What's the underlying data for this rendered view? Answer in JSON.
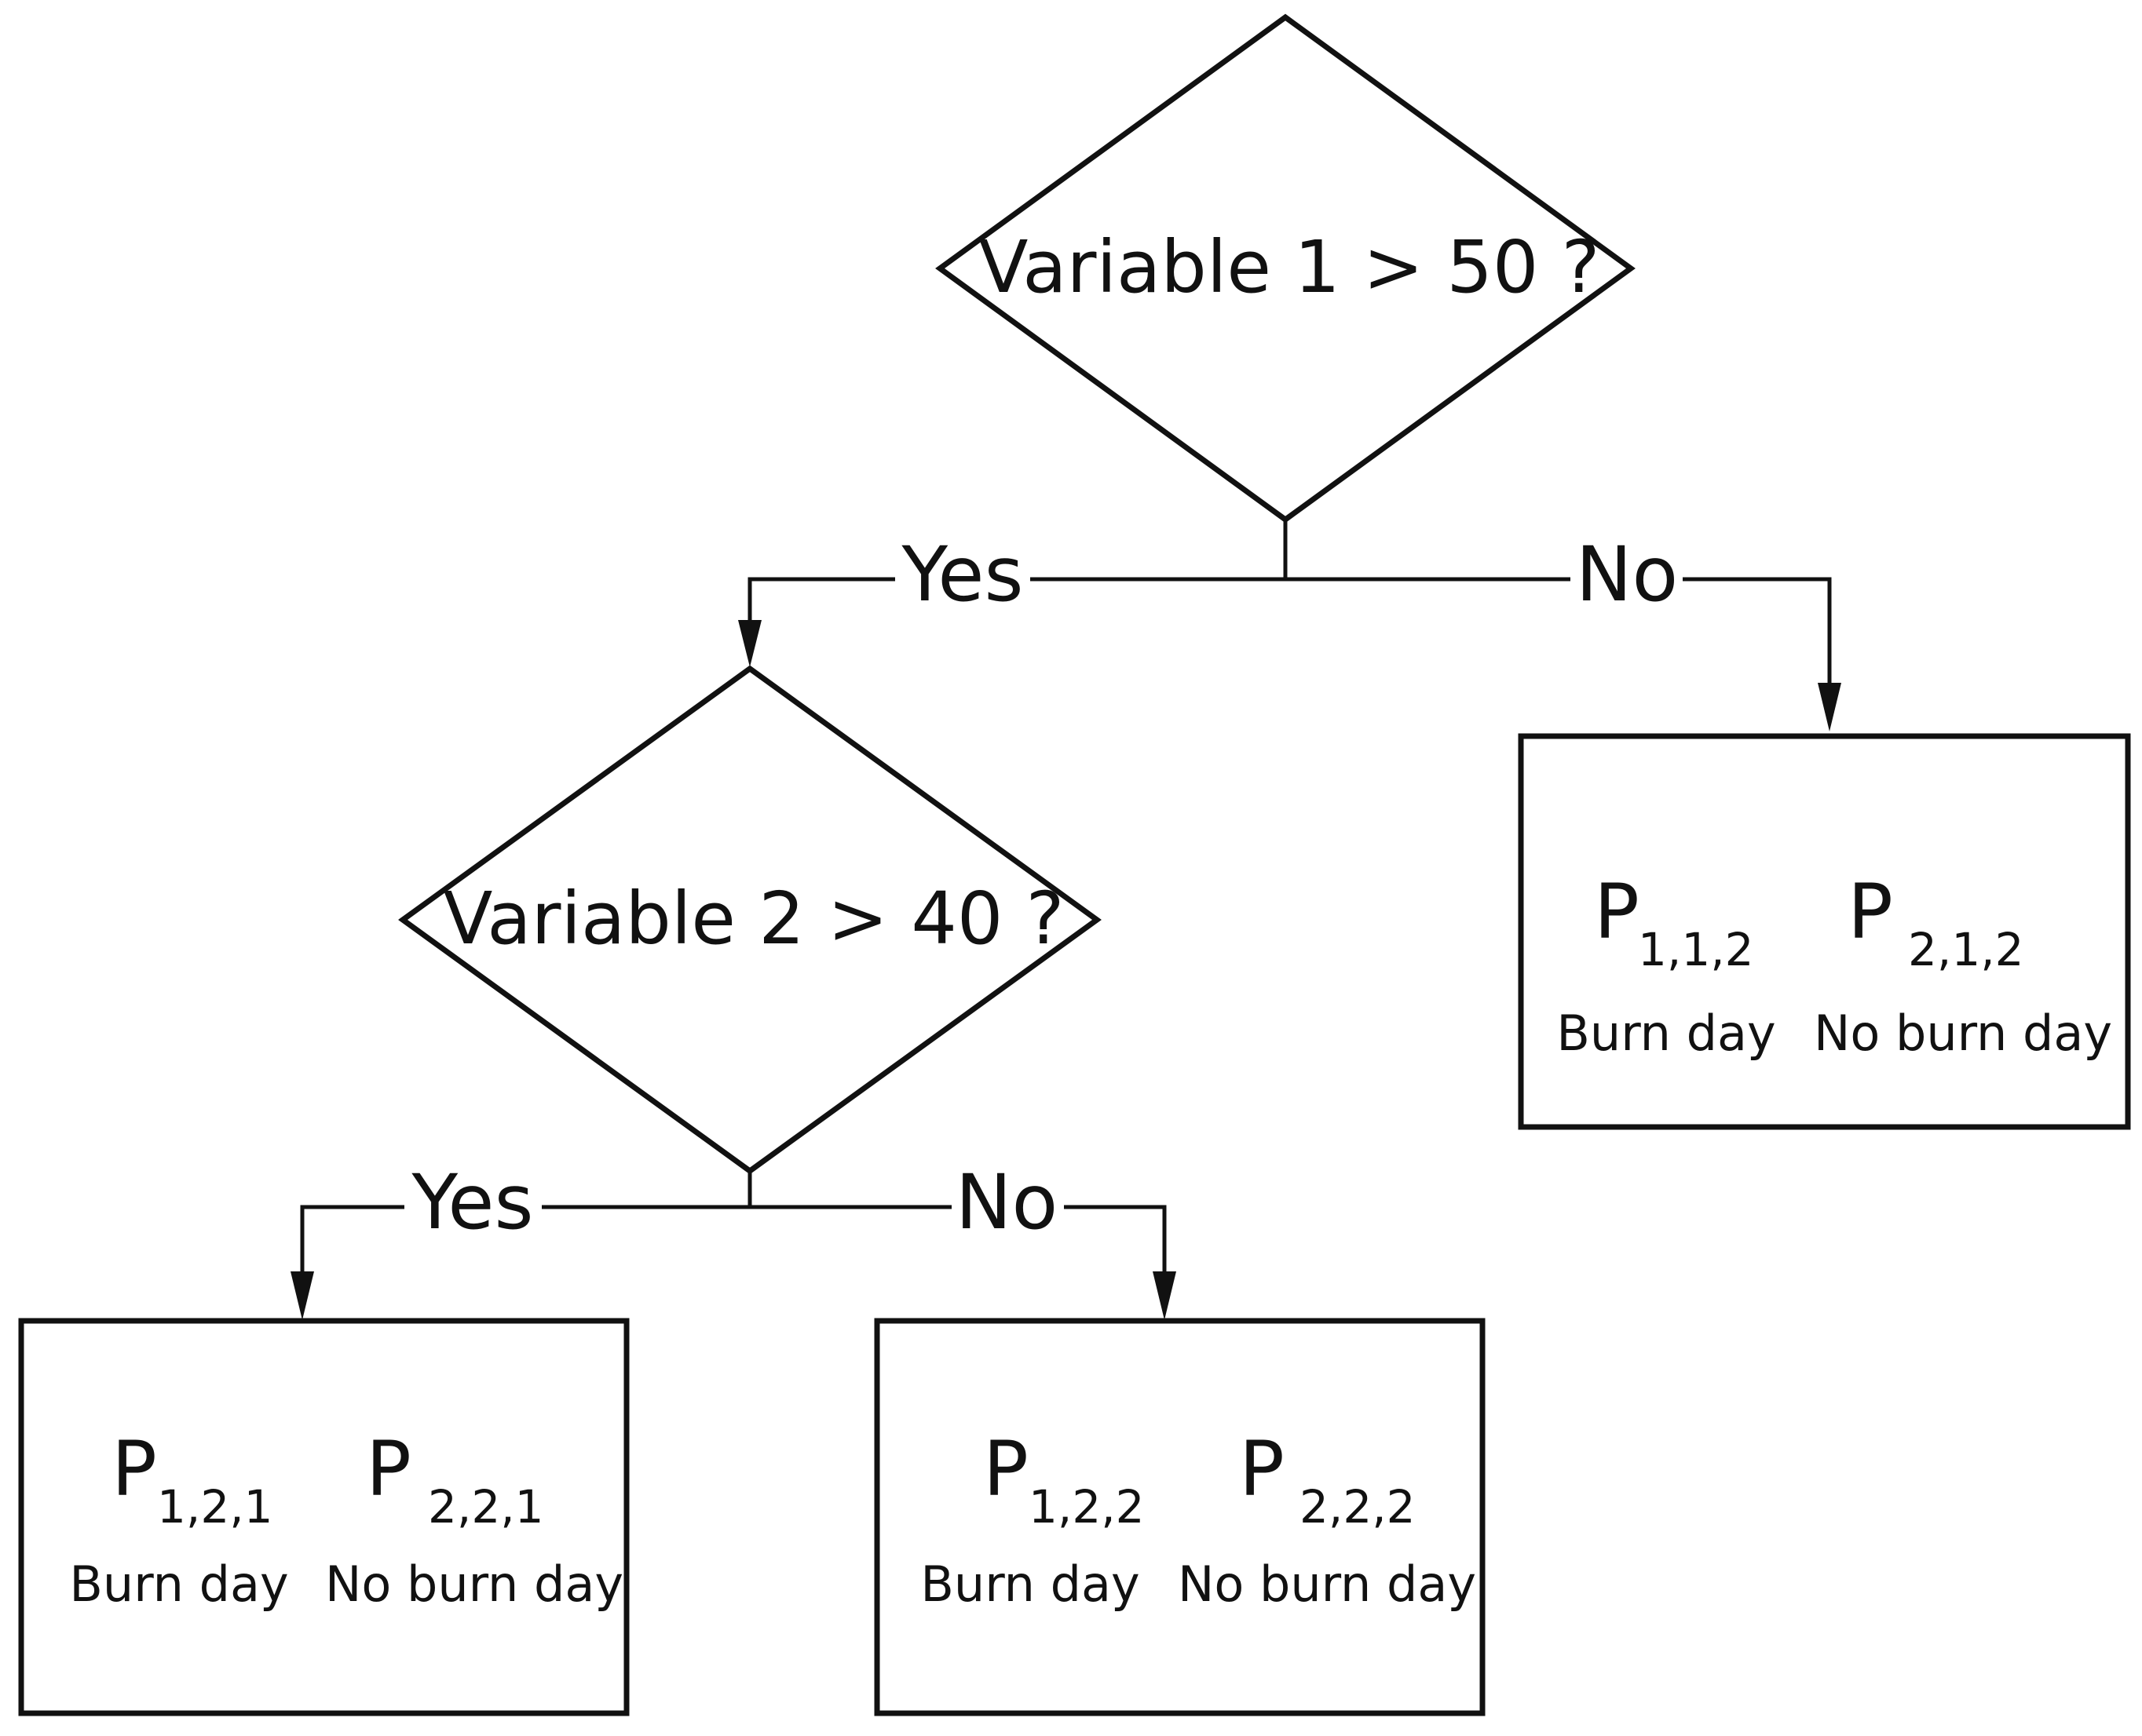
{
  "decisions": {
    "root": {
      "question": "Variable 1 > 50 ?"
    },
    "child": {
      "question": "Variable 2 > 40 ?"
    }
  },
  "branches": {
    "root_yes": "Yes",
    "root_no": "No",
    "child_yes": "Yes",
    "child_no": "No"
  },
  "leaves": {
    "leaf_112_212": {
      "left": {
        "symbol": "P",
        "subscript": "1,1,2",
        "caption": "Burn day"
      },
      "right": {
        "symbol": "P",
        "subscript": "2,1,2",
        "caption": "No burn day"
      }
    },
    "leaf_121_221": {
      "left": {
        "symbol": "P",
        "subscript": "1,2,1",
        "caption": "Burn day"
      },
      "right": {
        "symbol": "P",
        "subscript": "2,2,1",
        "caption": "No burn day"
      }
    },
    "leaf_122_222": {
      "left": {
        "symbol": "P",
        "subscript": "1,2,2",
        "caption": "Burn day"
      },
      "right": {
        "symbol": "P",
        "subscript": "2,2,2",
        "caption": "No burn day"
      }
    }
  }
}
